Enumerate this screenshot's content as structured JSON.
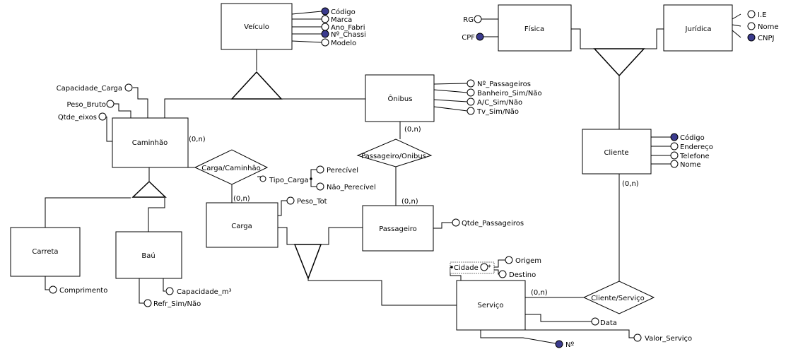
{
  "entities": {
    "veiculo": "Veículo",
    "onibus": "Ônibus",
    "caminhao": "Caminhão",
    "carreta": "Carreta",
    "bau": "Baú",
    "carga": "Carga",
    "passageiro": "Passageiro",
    "servico": "Serviço",
    "cliente": "Cliente",
    "fisica": "Física",
    "juridica": "Jurídica"
  },
  "relationships": {
    "carga_caminhao": "Carga/Caminhão",
    "passageiro_onibus": "Passageiro/Onibus",
    "cliente_servico": "Cliente/Serviço"
  },
  "attributes": {
    "veiculo": [
      "Código",
      "Marca",
      "Ano_Fabri",
      "Nº_Chassi",
      "Modelo"
    ],
    "onibus": [
      "Nº_Passageiros",
      "Banheiro_Sim/Não",
      "A/C_Sim/Não",
      "Tv_Sim/Não"
    ],
    "caminhao": [
      "Capacidade_Carga",
      "Peso_Bruto",
      "Qtde_eixos"
    ],
    "carreta": [
      "Comprimento"
    ],
    "bau": [
      "Capacidade_m³",
      "Refr_Sim/Não"
    ],
    "carga": [
      "Peso_Tot",
      "Tipo_Carga"
    ],
    "tipo_carga": [
      "Perecível",
      "Não_Perecível"
    ],
    "passageiro": [
      "Qtde_Passageiros"
    ],
    "servico": [
      "Cidade",
      "Origem",
      "Destino",
      "Data",
      "Valor_Serviço",
      "Nº"
    ],
    "cliente": [
      "Código",
      "Endereço",
      "Telefone",
      "Nome"
    ],
    "fisica": [
      "RG",
      "CPF"
    ],
    "juridica": [
      "I.E",
      "Nome",
      "CNPJ"
    ]
  },
  "cardinalities": {
    "caminhao_carga": "(0,n)",
    "carga_caminhao": "(0,n)",
    "onibus_passageiro": "(0,n)",
    "passageiro_onibus": "(0,n)",
    "cliente_servico": "(0,n)",
    "servico_cliente": "(0,n)"
  },
  "multivalued_marker": "*",
  "colors": {
    "key_attribute": "#3b3b8e",
    "line": "#000000",
    "background": "#ffffff"
  }
}
